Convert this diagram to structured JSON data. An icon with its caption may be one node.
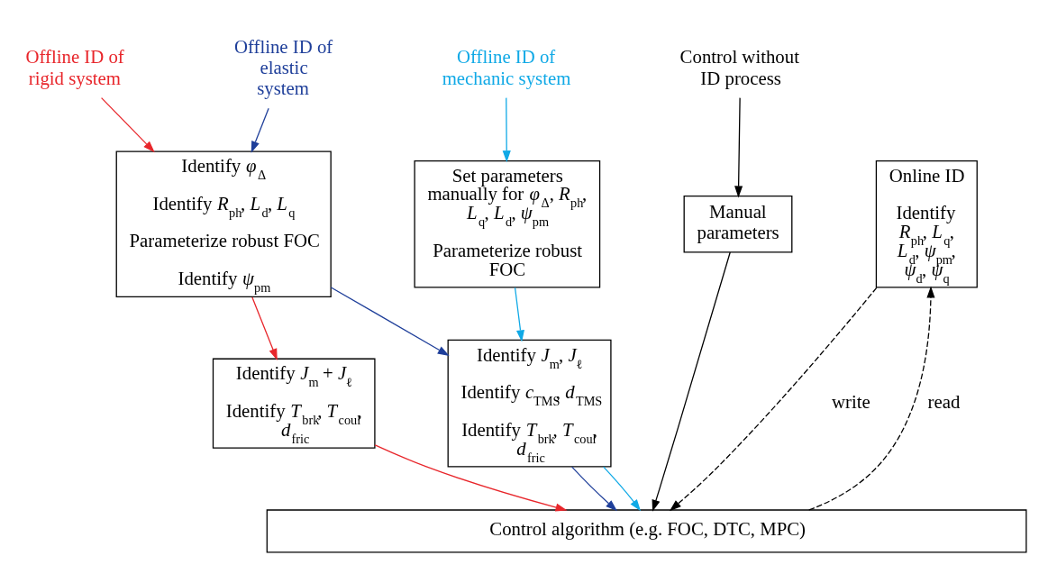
{
  "diagram": {
    "nodes": [
      {
        "text": [
          "Offline ID of rigid system"
        ]
      },
      {
        "text": [
          "Offline ID of elastic system"
        ]
      },
      {
        "text": [
          "Offline ID of mechanic system"
        ]
      },
      {
        "text": [
          "Control without ID process"
        ]
      },
      {
        "text": [
          "Identify *φ*$_{Δ}$",
          "Identify *R*$_{ph}$, *L*$_{d}$, *L*$_{q}$",
          "Parameterize robust FOC",
          "Identify *ψ*$_{pm}$"
        ]
      },
      {
        "text": [
          "Set parameters manually for *φ*$_{Δ}$, *R*$_{ph}$, *L*$_{q}$, *L*$_{d}$, *ψ*$_{pm}$",
          "Parameterize robust FOC"
        ]
      },
      {
        "text": [
          "Manual parameters"
        ]
      },
      {
        "text": [
          "Online ID",
          "Identify *R*$_{ph}$, *L*$_{q}$, *L*$_{d}$, *ψ*$_{pm}$, *ψ*$_{d}$, *ψ*$_{q}$"
        ]
      },
      {
        "text": [
          "Identify *J*$_{m}$ + *J*$_{ℓ}$",
          "Identify *T*$_{brk}$, *T*$_{coul}$, *d*$_{fric}$"
        ]
      },
      {
        "text": [
          "Identify *J*$_{m}$, *J*$_{ℓ}$",
          "Identify *c*$_{TMS}$, *d*$_{TMS}$",
          "Identify *T*$_{brk}$, *T*$_{coul}$, *d*$_{fric}$"
        ]
      },
      {
        "text": [
          "Control algorithm (e.g. FOC, DTC, MPC)"
        ]
      }
    ],
    "edges": [
      {
        "from": 0,
        "to": 4,
        "arrow": "to",
        "color": "#e8262b"
      },
      {
        "from": 1,
        "to": 4,
        "arrow": "to",
        "color": "#1f3f9a"
      },
      {
        "from": 2,
        "to": 5,
        "arrow": "to",
        "color": "#10a9e6"
      },
      {
        "from": 3,
        "to": 6,
        "arrow": "to"
      },
      {
        "from": 4,
        "to": 8,
        "arrow": "to",
        "color": "#e8262b"
      },
      {
        "from": 4,
        "to": 9,
        "arrow": "to",
        "color": "#1f3f9a"
      },
      {
        "from": 5,
        "to": 9,
        "arrow": "to",
        "color": "#10a9e6"
      },
      {
        "from": 6,
        "to": 10,
        "arrow": "to"
      },
      {
        "from": 8,
        "to": 10,
        "arrow": "to",
        "color": "#e8262b"
      },
      {
        "from": 9,
        "to": 10,
        "arrow": "to",
        "color": "#1f3f9a"
      },
      {
        "from": 9,
        "to": 10,
        "arrow": "to",
        "color": "#10a9e6"
      },
      {
        "from": 7,
        "to": 10,
        "arrow": "to",
        "style": "dashed",
        "label": "write"
      },
      {
        "from": 10,
        "to": 7,
        "arrow": "to",
        "style": "dashed",
        "label": "read"
      }
    ]
  }
}
